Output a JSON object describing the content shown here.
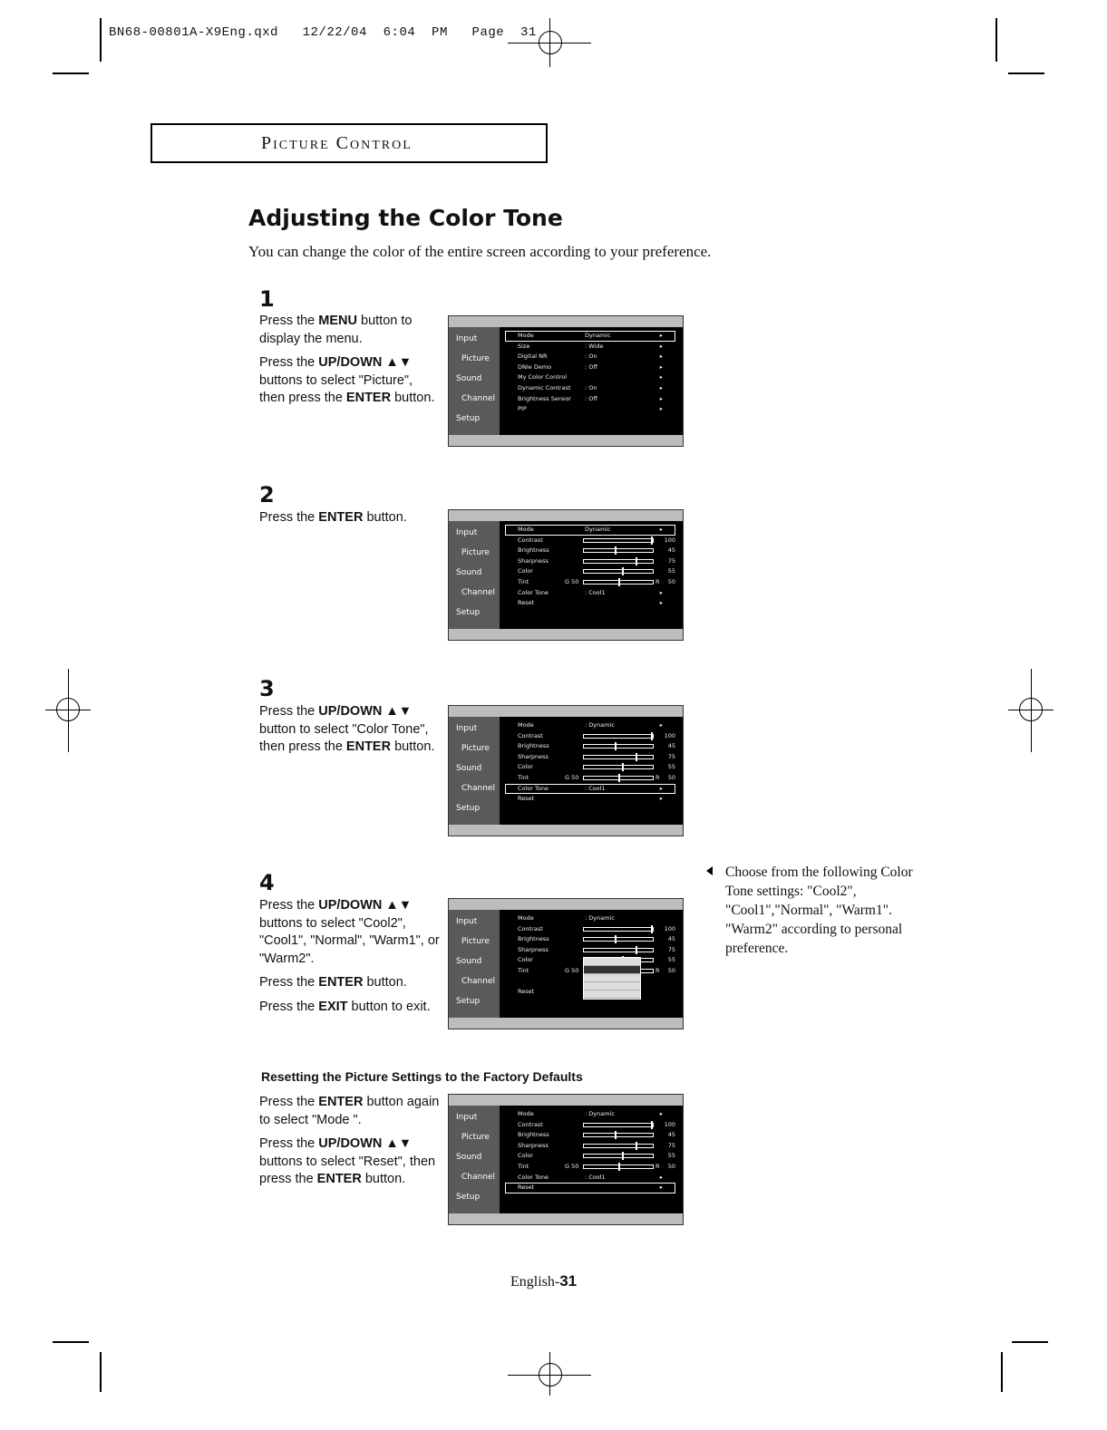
{
  "slug": "BN68-00801A-X9Eng.qxd   12/22/04  6:04  PM   Page  31",
  "section_title": "Picture Control",
  "heading": "Adjusting the Color Tone",
  "intro": "You can change the color of the entire screen according to your preference.",
  "steps": [
    {
      "number": "1",
      "paragraphs": [
        [
          "Press the ",
          {
            "b": "MENU"
          },
          " button to display the menu."
        ],
        [
          "Press the ",
          {
            "b": "UP/DOWN ▲▼"
          },
          " buttons to select \"Picture\", then press the ",
          {
            "b": "ENTER"
          },
          " button."
        ]
      ]
    },
    {
      "number": "2",
      "paragraphs": [
        [
          "Press the ",
          {
            "b": "ENTER"
          },
          " button."
        ]
      ]
    },
    {
      "number": "3",
      "paragraphs": [
        [
          "Press the ",
          {
            "b": "UP/DOWN ▲▼"
          },
          " button to select \"Color Tone\", then press the ",
          {
            "b": "ENTER"
          },
          " button."
        ]
      ]
    },
    {
      "number": "4",
      "paragraphs": [
        [
          "Press the ",
          {
            "b": "UP/DOWN ▲▼"
          },
          " buttons to select \"Cool2\", \"Cool1\", \"Normal\", \"Warm1\", or \"Warm2\"."
        ],
        [
          "Press the ",
          {
            "b": "ENTER"
          },
          " button."
        ],
        [
          "Press the ",
          {
            "b": "EXIT"
          },
          " button to exit."
        ]
      ]
    }
  ],
  "side_note": "Choose from the following Color Tone settings: \"Cool2\", \"Cool1\",\"Normal\", \"Warm1\". \"Warm2\" according to personal preference.",
  "reset": {
    "heading": "Resetting the Picture Settings to the Factory Defaults",
    "paragraphs": [
      [
        "Press the ",
        {
          "b": "ENTER"
        },
        " button again to select \"Mode \"."
      ],
      [
        "Press the ",
        {
          "b": "UP/DOWN ▲▼"
        },
        " buttons to select \"Reset\", then press the ",
        {
          "b": "ENTER"
        },
        " button."
      ]
    ]
  },
  "footer": {
    "prefix": "English-",
    "page": "31"
  },
  "screens": {
    "sidebar": [
      "Input",
      "Picture",
      "Sound",
      "Channel",
      "Setup"
    ],
    "s1": [
      {
        "label": "Mode",
        "value": "Dynamic",
        "arrow": "▸",
        "sel": true
      },
      {
        "label": "Size",
        "value": ": Wide",
        "arrow": "▸"
      },
      {
        "label": "Digital NR",
        "value": ": On",
        "arrow": "▸"
      },
      {
        "label": "DNIe Demo",
        "value": ": Off",
        "arrow": "▸"
      },
      {
        "label": "My Color Control",
        "value": "",
        "arrow": "▸"
      },
      {
        "label": "Dynamic Contrast",
        "value": ": On",
        "arrow": "▸"
      },
      {
        "label": "Brightness Sensor",
        "value": ": Off",
        "arrow": "▸"
      },
      {
        "label": "PIP",
        "value": "",
        "arrow": "▸"
      }
    ],
    "s2": [
      {
        "label": "Mode",
        "value": "Dynamic",
        "arrow": "▸",
        "sel": true
      },
      {
        "label": "Contrast",
        "level": 100,
        "num": "100"
      },
      {
        "label": "Brightness",
        "level": 45,
        "num": "45"
      },
      {
        "label": "Sharpness",
        "level": 75,
        "num": "75"
      },
      {
        "label": "Color",
        "level": 55,
        "num": "55"
      },
      {
        "label": "Tint",
        "level": 50,
        "num": "50",
        "tint": true
      },
      {
        "label": "Color Tone",
        "value": ": Cool1",
        "arrow": "▸"
      },
      {
        "label": "Reset",
        "value": "",
        "arrow": "▸"
      }
    ],
    "s3": [
      {
        "label": "Mode",
        "value": ": Dynamic",
        "arrow": "▸"
      },
      {
        "label": "Contrast",
        "level": 100,
        "num": "100"
      },
      {
        "label": "Brightness",
        "level": 45,
        "num": "45"
      },
      {
        "label": "Sharpness",
        "level": 75,
        "num": "75"
      },
      {
        "label": "Color",
        "level": 55,
        "num": "55"
      },
      {
        "label": "Tint",
        "level": 50,
        "num": "50",
        "tint": true
      },
      {
        "label": "Color Tone",
        "value": ": Cool1",
        "arrow": "▸",
        "sel": true
      },
      {
        "label": "Reset",
        "value": "",
        "arrow": "▸"
      }
    ],
    "s4": [
      {
        "label": "Mode",
        "value": ": Dynamic",
        "arrow": ""
      },
      {
        "label": "Contrast",
        "level": 100,
        "num": "100"
      },
      {
        "label": "Brightness",
        "level": 45,
        "num": "45"
      },
      {
        "label": "Sharpness",
        "level": 75,
        "num": "75"
      },
      {
        "label": "Color",
        "level": 55,
        "num": "55"
      },
      {
        "label": "Tint",
        "level": 50,
        "num": "50",
        "tint": true
      },
      {
        "label": "",
        "value": "",
        "arrow": ""
      },
      {
        "label": "Reset",
        "value": "",
        "arrow": ""
      }
    ],
    "s5": [
      {
        "label": "Mode",
        "value": ": Dynamic",
        "arrow": "▸"
      },
      {
        "label": "Contrast",
        "level": 100,
        "num": "100"
      },
      {
        "label": "Brightness",
        "level": 45,
        "num": "45"
      },
      {
        "label": "Sharpness",
        "level": 75,
        "num": "75"
      },
      {
        "label": "Color",
        "level": 55,
        "num": "55"
      },
      {
        "label": "Tint",
        "level": 50,
        "num": "50",
        "tint": true
      },
      {
        "label": "Color Tone",
        "value": ": Cool1",
        "arrow": "▸"
      },
      {
        "label": "Reset",
        "value": "",
        "arrow": "▸",
        "sel": true
      }
    ],
    "tint_left": "G 50",
    "tint_right": "R"
  }
}
